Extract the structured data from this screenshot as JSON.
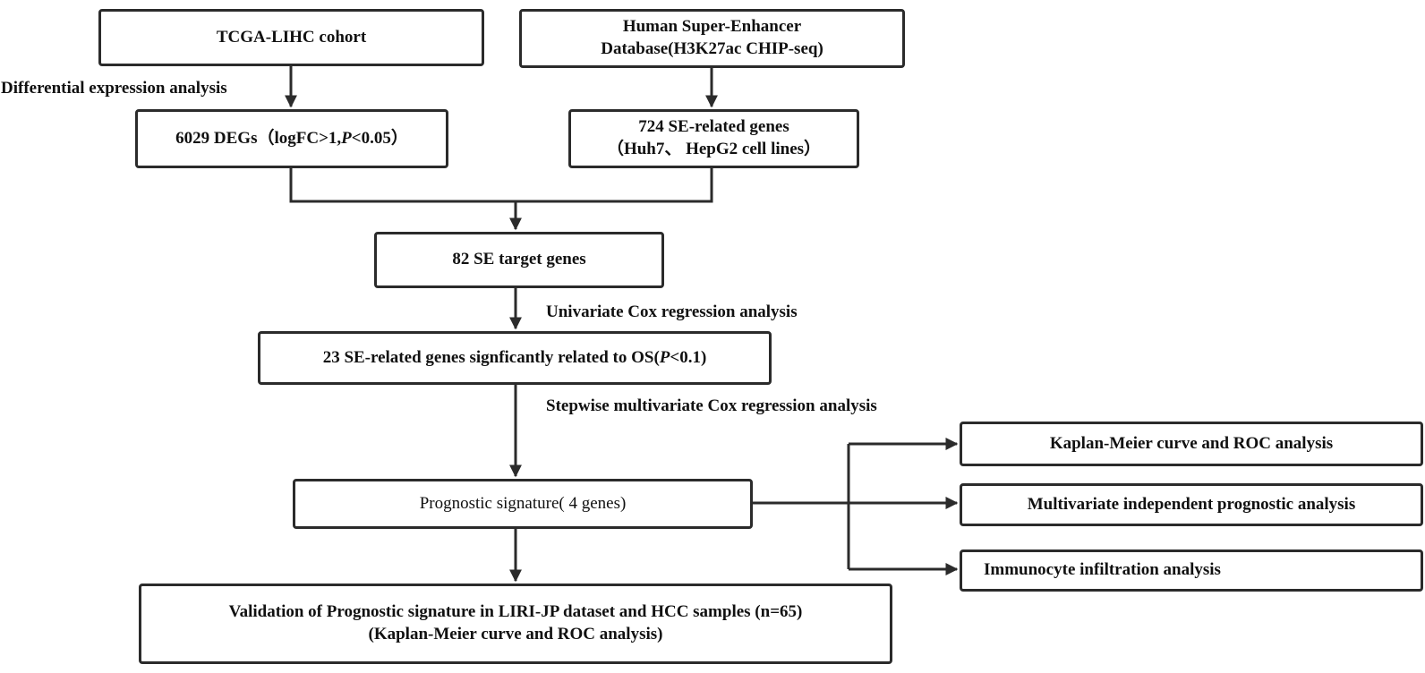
{
  "boxes": {
    "tcga": "TCGA-LIHC cohort",
    "database": [
      "Human Super-Enhancer",
      "Database(H3K27ac  CHIP-seq)"
    ],
    "degs": {
      "prefix": "6029 DEGs（logFC>1,",
      "italic": "P",
      "suffix": "<0.05）"
    },
    "se_genes": [
      "724 SE-related genes",
      "（Huh7、 HepG2 cell lines）"
    ],
    "target": "82 SE target genes",
    "os_related": {
      "prefix": "23 SE-related genes signficantly related to OS(",
      "italic": "P",
      "suffix": "<0.1)"
    },
    "signature": "Prognostic signature( 4 genes)",
    "validation": [
      "Validation of Prognostic signature in LIRI-JP dataset and HCC samples (n=65)",
      "(Kaplan-Meier curve and ROC analysis)"
    ],
    "km_roc": "Kaplan-Meier curve and ROC analysis",
    "multivariate": "Multivariate independent prognostic analysis",
    "immunocyte": "Immunocyte infiltration analysis"
  },
  "labels": {
    "differential": "Differential expression analysis",
    "univariate": "Univariate Cox regression analysis",
    "stepwise": "Stepwise multivariate Cox regression analysis"
  },
  "colors": {
    "line": "#2b2b2b",
    "text": "#111111",
    "background": "#ffffff"
  }
}
